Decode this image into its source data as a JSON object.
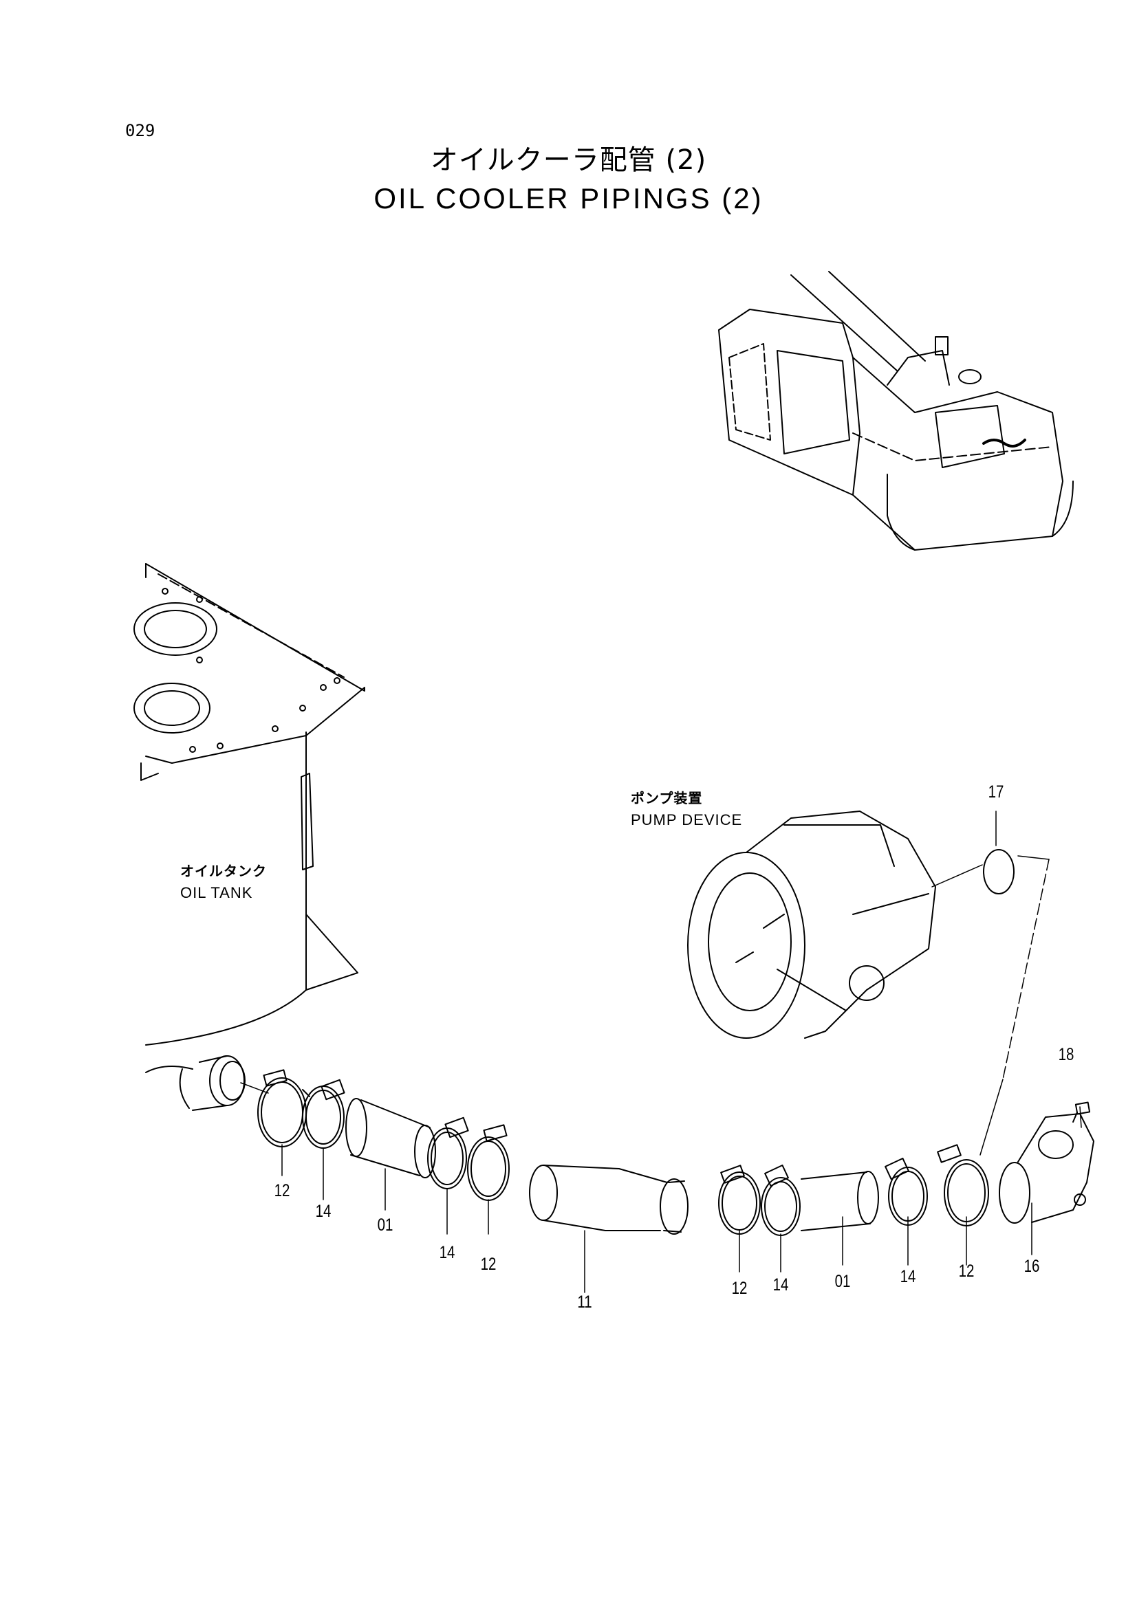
{
  "page_number": "029",
  "title": {
    "japanese": "オイルクーラ配管 (2)",
    "english": "OIL COOLER PIPINGS (2)"
  },
  "component_labels": {
    "pump_device_jp": "ポンプ装置",
    "pump_device_en": "PUMP DEVICE",
    "oil_tank_jp": "オイルタンク",
    "oil_tank_en": "OIL TANK"
  },
  "part_callouts": {
    "c17": "17",
    "c18": "18",
    "c12a": "12",
    "c14a": "14",
    "c01a": "01",
    "c14b": "14",
    "c12b": "12",
    "c11": "11",
    "c12c": "12",
    "c14c": "14",
    "c01b": "01",
    "c14d": "14",
    "c12d": "12",
    "c16": "16"
  }
}
